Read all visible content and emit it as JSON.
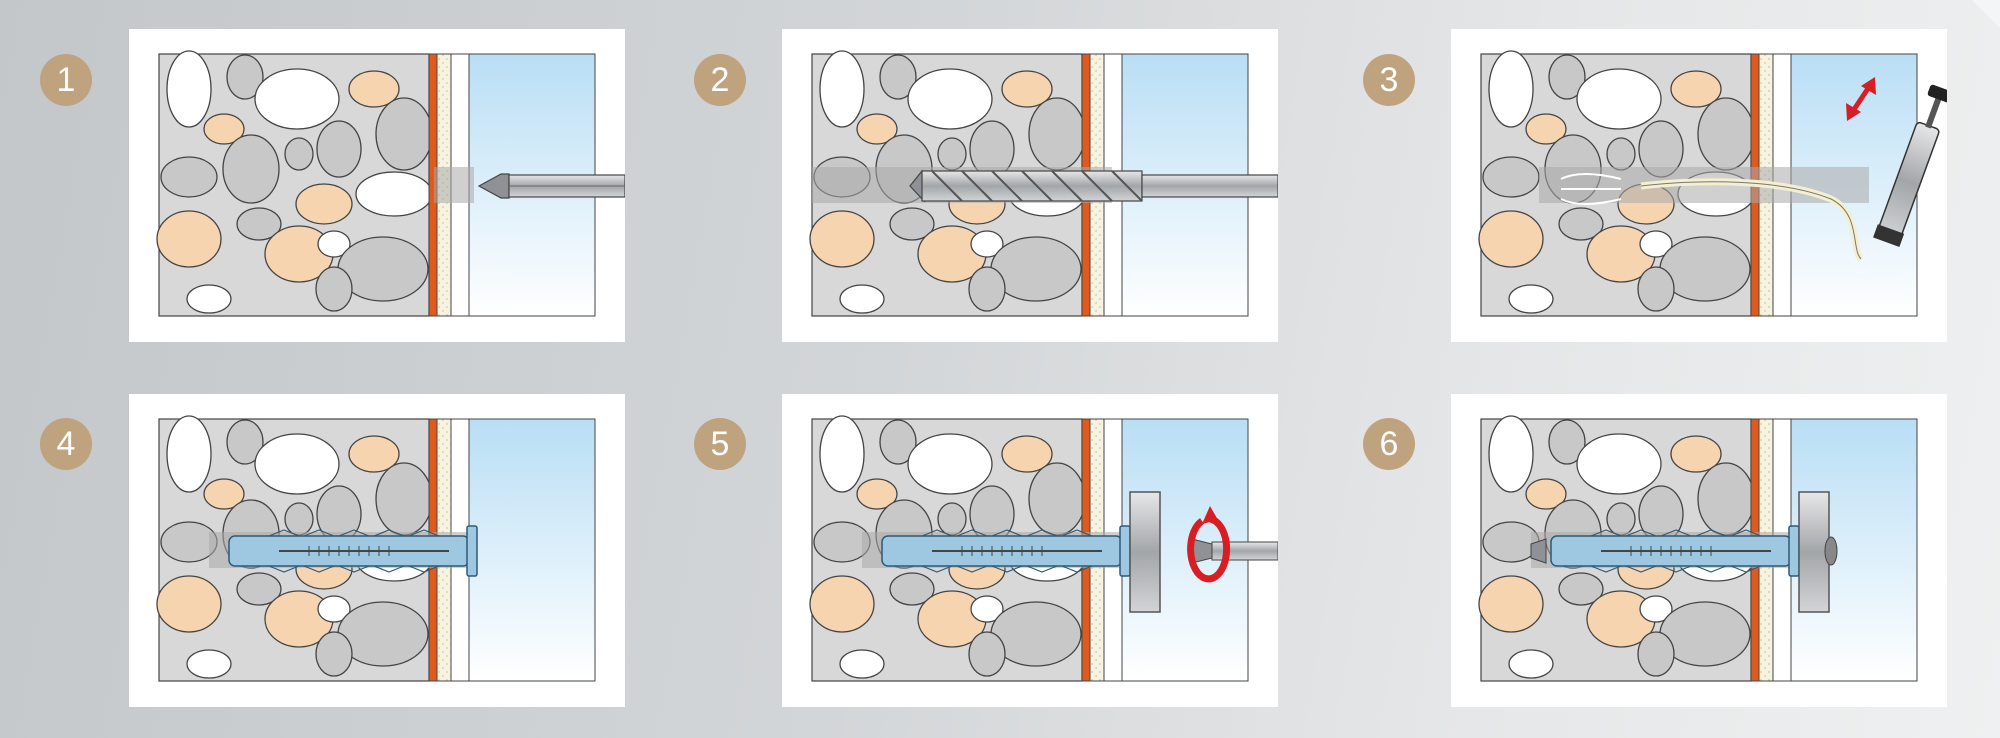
{
  "steps": [
    {
      "number": "1",
      "illustration": "drill-bit-at-wall"
    },
    {
      "number": "2",
      "illustration": "drilling-hole"
    },
    {
      "number": "3",
      "illustration": "blow-out-pump"
    },
    {
      "number": "4",
      "illustration": "insert-anchor"
    },
    {
      "number": "5",
      "illustration": "screw-fixture"
    },
    {
      "number": "6",
      "illustration": "fixed-anchor"
    }
  ],
  "colors": {
    "badge": "#bfa27e",
    "masonry": "#d8d8d8",
    "stone_grey": "#c8c8c8",
    "stone_white": "#ffffff",
    "stone_tan": "#f6d4b0",
    "render_orange": "#e05a1e",
    "insulation": "#f7f3e3",
    "sky_blue": "#bfe0f5",
    "anchor_blue": "#9ec7e2",
    "rotation_red": "#d81e25"
  }
}
